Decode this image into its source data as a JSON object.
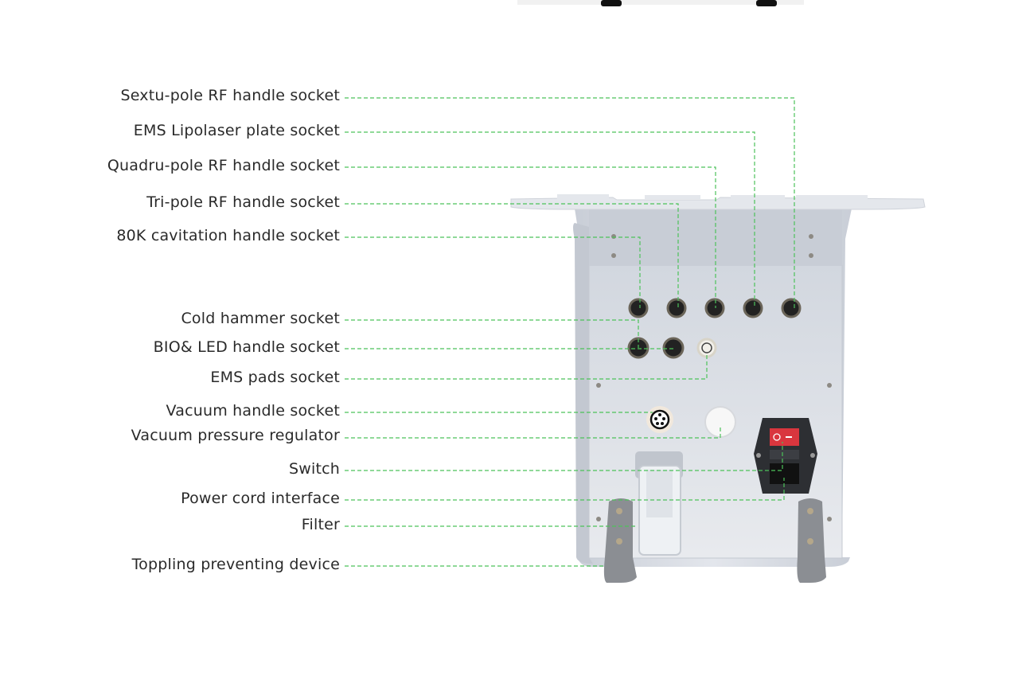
{
  "colors": {
    "leader_line": "#4cc25a",
    "device_body": "#dde1e8",
    "switch": "#d9363e"
  },
  "labels": [
    {
      "text": "Sextu-pole RF handle socket"
    },
    {
      "text": "EMS Lipolaser plate socket"
    },
    {
      "text": "Quadru-pole RF handle socket"
    },
    {
      "text": "Tri-pole RF handle socket"
    },
    {
      "text": "80K cavitation handle socket"
    },
    {
      "text": "Cold hammer socket"
    },
    {
      "text": "BIO& LED handle socket"
    },
    {
      "text": "EMS pads socket"
    },
    {
      "text": "Vacuum handle socket"
    },
    {
      "text": "Vacuum pressure regulator"
    },
    {
      "text": "Switch"
    },
    {
      "text": "Power cord interface"
    },
    {
      "text": "Filter"
    },
    {
      "text": "Toppling preventing device"
    }
  ]
}
